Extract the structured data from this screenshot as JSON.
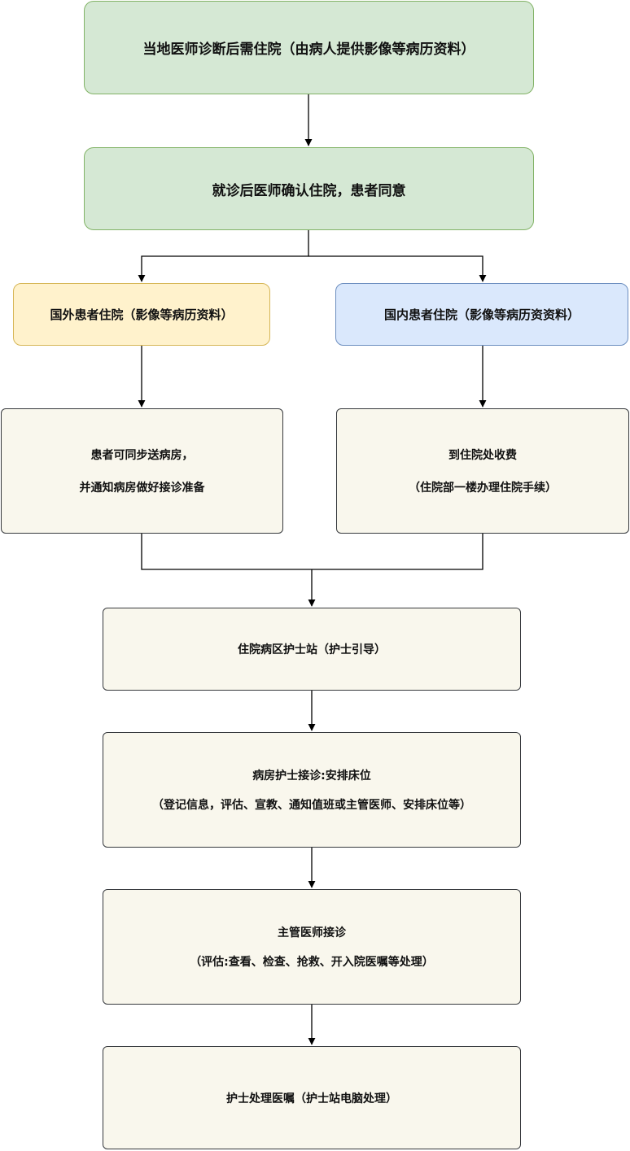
{
  "colors": {
    "green_fill": "#d5e8d4",
    "green_stroke": "#82b366",
    "yellow_fill": "#fff2cc",
    "yellow_stroke": "#d6b656",
    "blue_fill": "#dae8fc",
    "blue_stroke": "#6c8ebf",
    "cream_fill": "#f9f7ed",
    "cream_stroke": "#36393d",
    "edge": "#000000"
  },
  "nodes": {
    "local_diagnosis": "当地医师诊断后需住院（由病人提供影像等病历资料）",
    "doctor_confirm": "就诊后医师确认住院，患者同意",
    "foreign_patient": "国外患者住院（影像等病历资料）",
    "domestic_patient": "国内患者住院（影像等病历资资料）",
    "send_ward": {
      "line1": "患者可同步送病房，",
      "line2": "并通知病房做好接诊准备"
    },
    "payment": {
      "line1": "到住院处收费",
      "line2": "（住院部一楼办理住院手续）"
    },
    "nurse_station": "住院病区护士站（护士引导）",
    "nurse_reception": {
      "line1": "病房护士接诊:安排床位",
      "line2": "（登记信息，评估、宣教、通知值班或主管医师、安排床位等）"
    },
    "doctor_reception": {
      "line1": "主管医师接诊",
      "line2": "（评估:查看、检查、抢救、开入院医嘱等处理）"
    },
    "nurse_orders": "护士处理医嘱（护士站电脑处理）"
  }
}
